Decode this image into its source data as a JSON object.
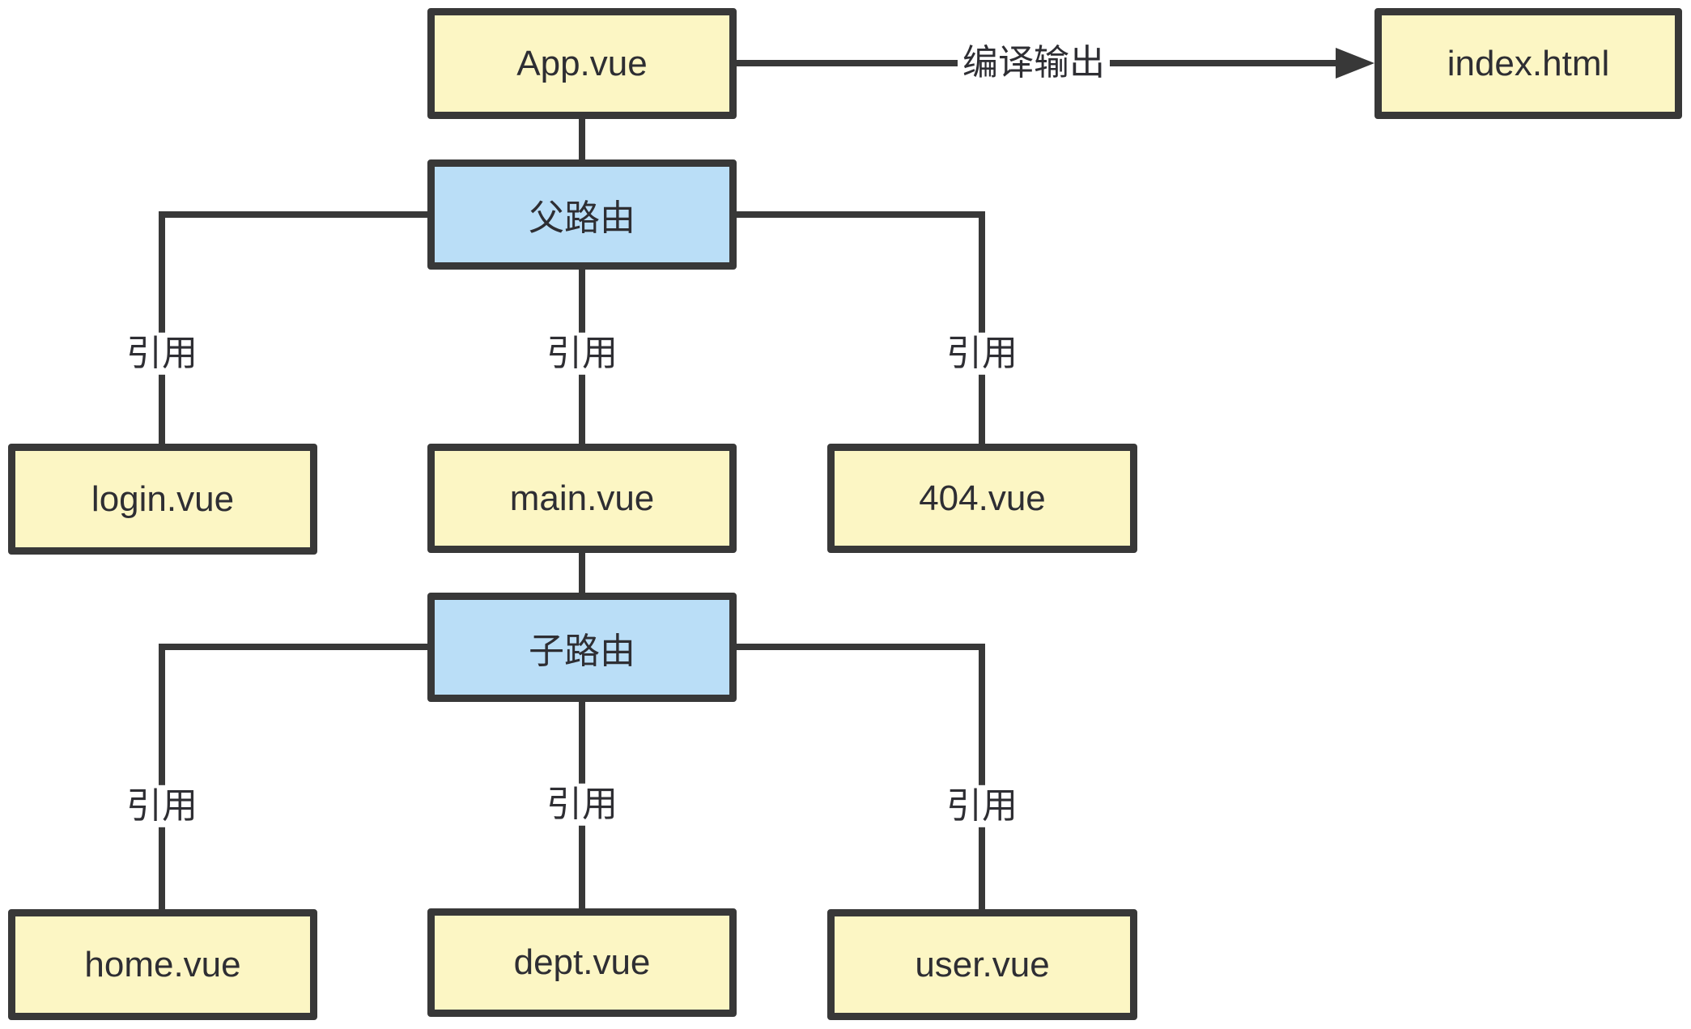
{
  "colors": {
    "component_fill": "#FCF6C4",
    "route_fill": "#BADEF7",
    "line": "#383838",
    "text": "#2E2E33",
    "background": "#FFFFFF"
  },
  "nodes": {
    "app_vue": {
      "label": "App.vue"
    },
    "index_html": {
      "label": "index.html"
    },
    "parent_route": {
      "label": "父路由"
    },
    "login_vue": {
      "label": "login.vue"
    },
    "main_vue": {
      "label": "main.vue"
    },
    "notfound_vue": {
      "label": "404.vue"
    },
    "child_route": {
      "label": "子路由"
    },
    "home_vue": {
      "label": "home.vue"
    },
    "dept_vue": {
      "label": "dept.vue"
    },
    "user_vue": {
      "label": "user.vue"
    }
  },
  "edges": {
    "compile_output": {
      "label": "编译输出",
      "from": "App.vue",
      "to": "index.html"
    },
    "references": [
      {
        "label": "引用",
        "from": "父路由",
        "to": "login.vue"
      },
      {
        "label": "引用",
        "from": "父路由",
        "to": "main.vue"
      },
      {
        "label": "引用",
        "from": "父路由",
        "to": "404.vue"
      },
      {
        "label": "引用",
        "from": "子路由",
        "to": "home.vue"
      },
      {
        "label": "引用",
        "from": "子路由",
        "to": "dept.vue"
      },
      {
        "label": "引用",
        "from": "子路由",
        "to": "user.vue"
      }
    ]
  }
}
